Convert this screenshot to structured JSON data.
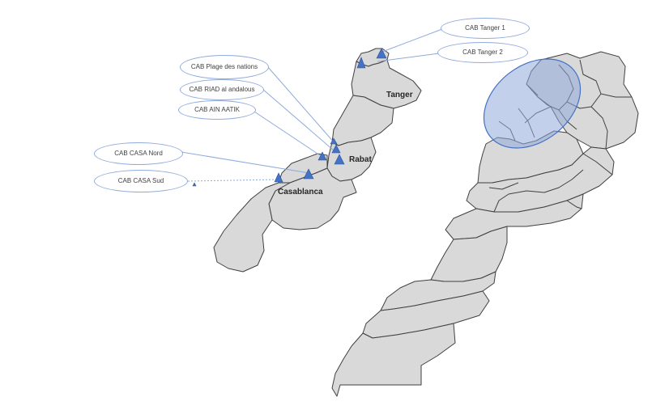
{
  "colors": {
    "land": "#d9d9d9",
    "border": "#404040",
    "marker": "#4472c4",
    "highlight": "#8faadc",
    "callout_border": "#8faadc",
    "leader_line": "#8faadc"
  },
  "cities": {
    "tanger": "Tanger",
    "rabat": "Rabat",
    "casablanca": "Casablanca"
  },
  "callouts": {
    "tanger_1": "CAB Tanger 1",
    "tanger_2": "CAB Tanger 2",
    "plage_des_nations": "CAB Plage des nations",
    "riad_al_andalous": "CAB RIAD al andalous",
    "ain_aatik": "CAB AIN AATIK",
    "casa_nord": "CAB CASA Nord",
    "casa_sud": "CAB  CASA Sud"
  },
  "icons": {
    "marker": "triangle-marker-icon"
  }
}
